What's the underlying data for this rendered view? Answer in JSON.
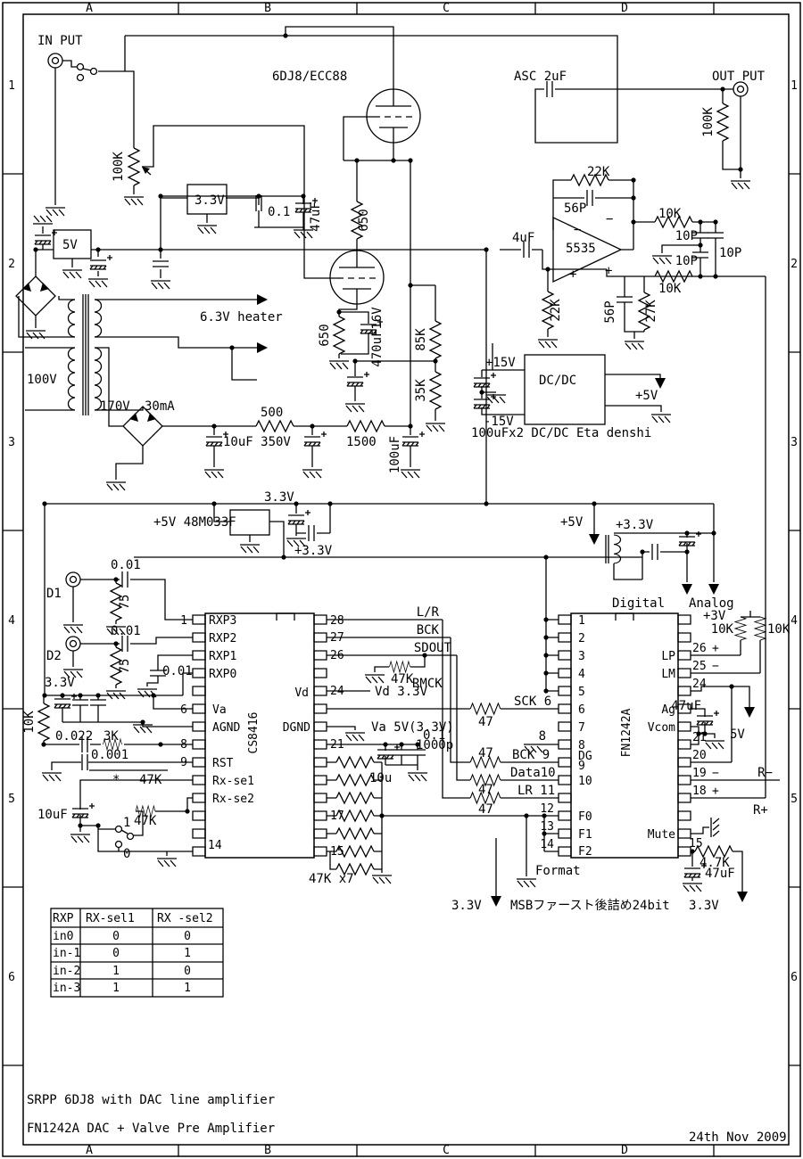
{
  "grid": {
    "c1": "A",
    "c2": "B",
    "c3": "C",
    "c4": "D",
    "r1": "1",
    "r2": "2",
    "r3": "3",
    "r4": "4",
    "r5": "5",
    "r6": "6"
  },
  "titles": {
    "l1": "SRPP 6DJ8 with DAC line amplifier",
    "l2": "FN1242A DAC + Valve Pre Amplifier",
    "date": "24th Nov 2009"
  },
  "t": {
    "inp": "IN PUT",
    "outp": "OUT PUT",
    "tube": "6DJ8/ECC88",
    "asc": "ASC 2uF",
    "pot": "100K",
    "rload": "100K",
    "r650a": "650",
    "r650b": "650",
    "c470": "470uF16V",
    "reg33": "3.3V",
    "c01a": "0.1",
    "c47u": "47uF",
    "reg5": "5V",
    "r22ka": "22K",
    "r22kb": "22K",
    "c56pa": "56P",
    "c56pb": "56P",
    "c4u": "4uF",
    "op": "5535",
    "mina": "−",
    "minb": "−",
    "plua": "+",
    "plub": "+",
    "r10ka": "10K",
    "r10kb": "10K",
    "c10pa": "10P",
    "c10pb": "10P",
    "c10pc": "10P",
    "r27k": "27K",
    "heater": "6.3V heater",
    "v100": "100V",
    "v170": "170V",
    "i30": "30mA",
    "r500": "500",
    "c10u350": "10uF 350V",
    "r1500": "1500",
    "c100u": "100uF",
    "r85k": "85K",
    "r35k": "35K",
    "p15": "+15V",
    "m15": "-15V",
    "dcdc": "DC/DC",
    "p5a": "+5V",
    "eta": "100uFx2 DC/DC Eta denshi",
    "v33a": "3.3V",
    "reg48": "+5V 48M033F",
    "p33a": "+3.3V",
    "p5b": "+5V",
    "p33b": "+3.3V",
    "dig": "Digital",
    "ana": "Analog",
    "p3v": "+3V",
    "r10kc": "10K",
    "r10kd": "10K",
    "d1": "D1",
    "d2": "D2",
    "c001a": "0.01",
    "c001b": "0.01",
    "c001c": "0.01",
    "r75a": "75",
    "r75b": "75",
    "v33b": "3.3V",
    "r10ke": "10K",
    "c0022": "0.022",
    "r3k": "3K",
    "c0001": "0.001",
    "star": "*",
    "r47ka": "47K",
    "c10ub": "10uF",
    "sw1": "1",
    "sw0": "0",
    "r47kb": "47K",
    "r47kc": "47K",
    "rmck": "RMCK",
    "vd33": "Vd 3.3V",
    "va5": "Va 5V(3.3V)",
    "c01b": "0.1",
    "c1000p": "1000p",
    "c10uc": "10u",
    "r47x7": "47K x7",
    "r47a": "47",
    "r47b": "47",
    "r47c": "47",
    "r47d": "47",
    "sck": "SCK 6",
    "g8": "8",
    "bck": "BCK 9",
    "data": "Data10",
    "lr": "LR 11",
    "fmt": "Format",
    "msb": "MSBファースト後詰め24bit",
    "v33c": "3.3V",
    "v33d": "3.3V",
    "sdout": "SDOUT",
    "lrout": "L/R",
    "bckout": "BCK",
    "rm": "R−",
    "rp": "R+",
    "v5fn": "5V",
    "c47fa": "47uF",
    "c47fb": "47uF",
    "r47k7": "4.7K"
  },
  "cs": {
    "name": "CS8416",
    "n1": "1",
    "n6": "6",
    "n8": "8",
    "n9": "9",
    "n14": "14",
    "rxp3": "RXP3",
    "rxp2": "RXP2",
    "rxp1": "RXP1",
    "rxp0": "RXP0",
    "va": "Va",
    "agnd": "AGND",
    "rst": "RST",
    "rxse1": "Rx-se1",
    "rxse2": "Rx-se2",
    "n28": "28",
    "n27": "27",
    "n26": "26",
    "n24": "24",
    "n21": "21",
    "n17": "17",
    "n15": "15",
    "vd": "Vd",
    "dgnd": "DGND"
  },
  "fn": {
    "name": "FN1242A",
    "n1": "1",
    "n2": "2",
    "n3": "3",
    "n4": "4",
    "n5": "5",
    "n6": "6",
    "n7": "7",
    "n8": "8",
    "dg": "DG",
    "n9": "9",
    "n10": "10",
    "n12": "12",
    "n13": "13",
    "n14": "14",
    "f0": "F0",
    "f1": "F1",
    "f2": "F2",
    "lp": "LP",
    "lm": "LM",
    "ag": "Ag",
    "vcom": "Vcom",
    "mute": "Mute",
    "n26": "26",
    "n25": "25",
    "n24": "24",
    "n21": "21",
    "n20": "20",
    "n19": "19",
    "n18": "18",
    "n15": "15",
    "pl1": "+",
    "mn1": "−",
    "mn2": "−",
    "pl2": "+"
  },
  "table": {
    "h": [
      "RXP",
      "RX-sel1",
      "RX -sel2"
    ],
    "rows": [
      [
        "in0",
        "0",
        "0"
      ],
      [
        "in-1",
        "0",
        "1"
      ],
      [
        "in-2",
        "1",
        "0"
      ],
      [
        "in-3",
        "1",
        "1"
      ]
    ]
  }
}
